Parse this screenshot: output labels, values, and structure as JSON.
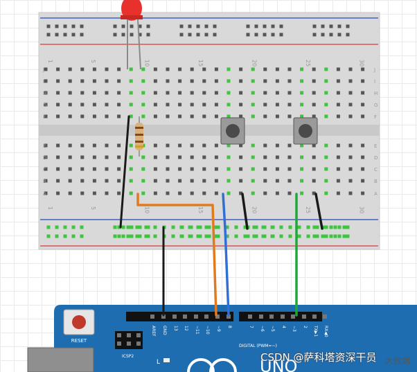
{
  "breadboard": {
    "column_numbers": [
      "1",
      "5",
      "10",
      "15",
      "20",
      "25",
      "30"
    ],
    "row_letters_top": [
      "J",
      "I",
      "H",
      "G",
      "F"
    ],
    "row_letters_bottom": [
      "E",
      "D",
      "C",
      "B",
      "A"
    ]
  },
  "arduino": {
    "reset_label": "RESET",
    "icsp_label": "ICSP2",
    "led_label": "L",
    "logo_text": "UNO",
    "digital_label": "DIGITAL (PWM=~)",
    "pin_labels": [
      "AREF",
      "GND",
      "13",
      "12",
      "~11",
      "~10",
      "~9",
      "8",
      "7",
      "~6",
      "~5",
      "4",
      "~3",
      "2",
      "TX▶1",
      "RX◀0"
    ]
  },
  "colors": {
    "board": "#d9d9d9",
    "board_blue": "#1f6db1",
    "rail_red": "#d9534f",
    "rail_blue": "#3b63c4",
    "hole_green": "#3ec43e",
    "wire_orange": "#e07a1f",
    "wire_blue": "#2f6fd6",
    "wire_green": "#1fa83a",
    "wire_black": "#1a1a1a",
    "led_red": "#e8312c"
  },
  "watermark": {
    "text": "CSDN @萨科塔资深干员",
    "corner": "大败剑"
  }
}
